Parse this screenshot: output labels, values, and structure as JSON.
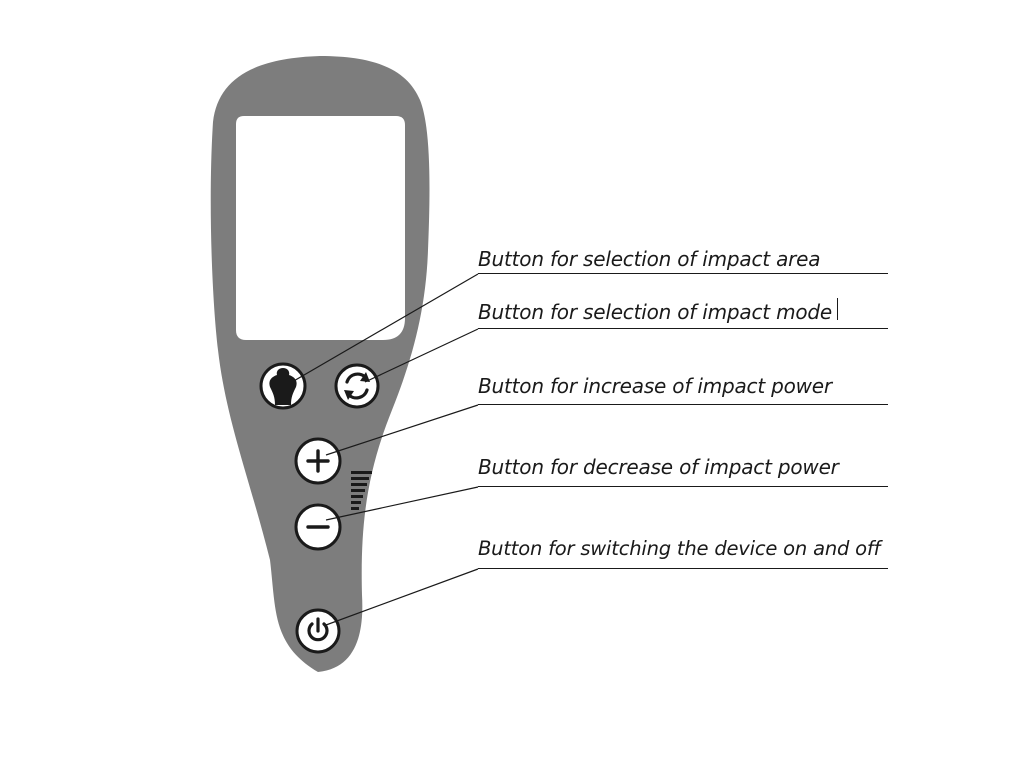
{
  "callouts": {
    "impact_area": "Button for selection of impact area",
    "impact_mode": "Button for selection of impact mode",
    "power_increase": "Button for increase of impact power",
    "power_decrease": "Button for decrease of impact power",
    "power_switch": "Button for switching the device on and off"
  },
  "icons": {
    "impact_area": "torso-icon",
    "impact_mode": "cycle-arrows-icon",
    "power_increase": "plus-icon",
    "power_decrease": "minus-icon",
    "power_switch": "power-icon",
    "level_indicator": "power-level-bars-icon"
  },
  "colors": {
    "device_body": "#7d7d7d",
    "screen": "#ffffff",
    "button_fill": "#ffffff",
    "ink": "#1a1a1a"
  }
}
